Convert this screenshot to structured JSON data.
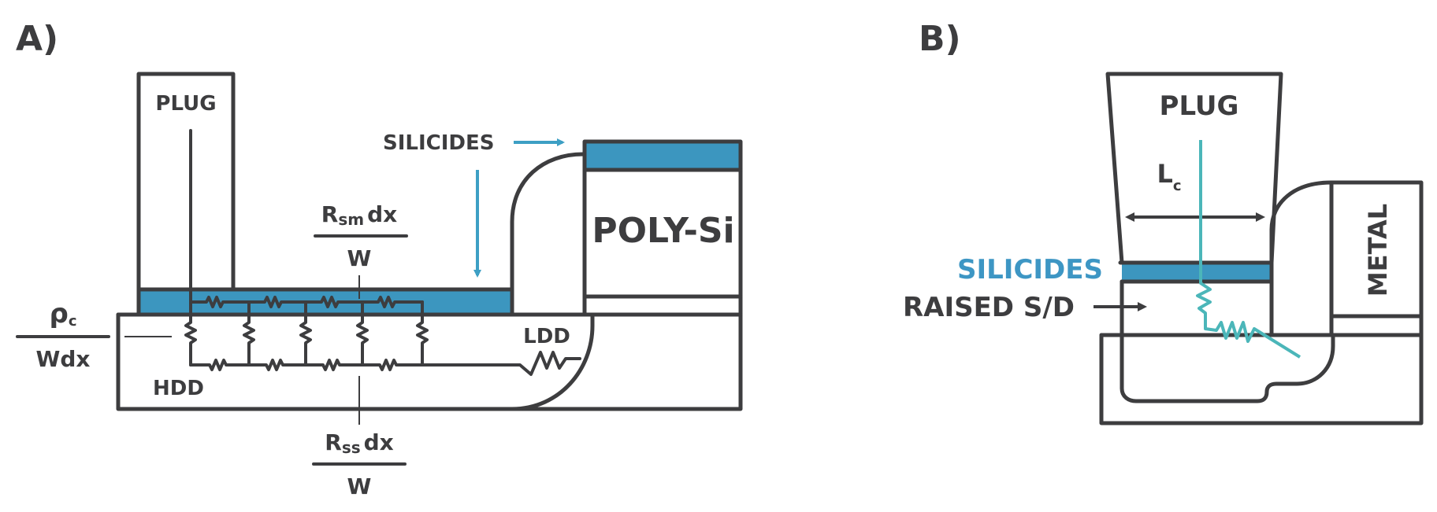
{
  "colors": {
    "ink": "#3d3d3f",
    "silicide_blue": "#3c96bf",
    "arrow_blue": "#3d9fc4",
    "label_blue": "#3d96c4",
    "teal_path": "#4bb6b9"
  },
  "panel_a": {
    "panel_label": "A)",
    "plug": "PLUG",
    "silicides": "SILICIDES",
    "poly_si": "POLY-Si",
    "rsm": {
      "main": "R",
      "sub": "sm",
      "tail": "dx",
      "den": "W"
    },
    "rho": {
      "main": "ρ",
      "sub": "c",
      "den": "Wdx"
    },
    "ldd": "LDD",
    "hdd": "HDD",
    "rss": {
      "main": "R",
      "sub": "ss",
      "tail": "dx",
      "den": "W"
    }
  },
  "panel_b": {
    "panel_label": "B)",
    "plug": "PLUG",
    "lc": {
      "main": "L",
      "sub": "c"
    },
    "silicides": "SILICIDES",
    "raised_sd": "RAISED S/D",
    "metal": "METAL"
  }
}
